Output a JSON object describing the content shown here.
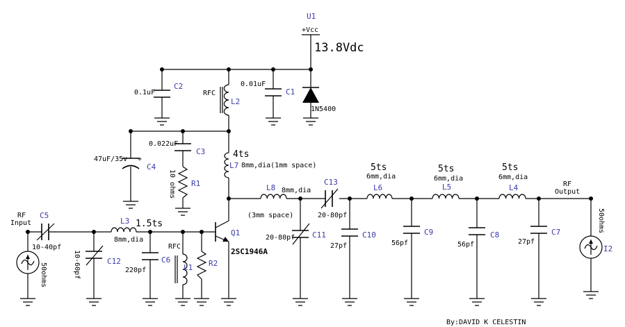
{
  "supply": {
    "ref": "U1",
    "name": "+Vcc",
    "voltage": "13.8Vdc"
  },
  "parts": {
    "c1": {
      "ref": "C1",
      "value": "0.01uF"
    },
    "c2": {
      "ref": "C2",
      "value": "0.1uF"
    },
    "c3": {
      "ref": "C3",
      "value": "0.022uF"
    },
    "c4": {
      "ref": "C4",
      "value": "47uF/35v"
    },
    "c5": {
      "ref": "C5",
      "value": "10-40pf"
    },
    "c6": {
      "ref": "C6",
      "value": "220pf"
    },
    "c7": {
      "ref": "C7",
      "value": "27pf"
    },
    "c8": {
      "ref": "C8",
      "value": "56pf"
    },
    "c9": {
      "ref": "C9",
      "value": "56pf"
    },
    "c10": {
      "ref": "C10",
      "value": "27pf"
    },
    "c11": {
      "ref": "C11",
      "value": "20-80pf"
    },
    "c12": {
      "ref": "C12",
      "value": "10-60pf"
    },
    "c13": {
      "ref": "C13",
      "value": "20-80pf"
    },
    "d1": {
      "value": "1N5400"
    },
    "l1": {
      "ref": "L1",
      "value": "RFC"
    },
    "l2": {
      "ref": "L2",
      "value": "RFC"
    },
    "l3": {
      "ref": "L3",
      "turns": "1.5ts",
      "dia": "8mm,dia"
    },
    "l4": {
      "ref": "L4",
      "turns": "5ts",
      "dia": "6mm,dia"
    },
    "l5": {
      "ref": "L5",
      "turns": "5ts",
      "dia": "6mm,dia"
    },
    "l6": {
      "ref": "L6",
      "turns": "5ts",
      "dia": "6mm,dia"
    },
    "l7": {
      "ref": "L7",
      "turns": "4ts",
      "dia": "8mm,dia(1mm space)"
    },
    "l8": {
      "ref": "L8",
      "dia": "8mm,dia",
      "space": "(3mm space)"
    },
    "r1": {
      "ref": "R1",
      "value": "10 ohms"
    },
    "r2": {
      "ref": "R2"
    },
    "q1": {
      "ref": "Q1",
      "value": "2SC1946A"
    },
    "i1": {
      "value": "50ohms"
    },
    "i2": {
      "ref": "I2",
      "value": "50ohms"
    }
  },
  "ports": {
    "input": [
      "RF",
      "Input"
    ],
    "output": [
      "RF",
      "Output"
    ]
  },
  "polarity_plus": "+",
  "author": "By:DAVID K CELESTIN"
}
